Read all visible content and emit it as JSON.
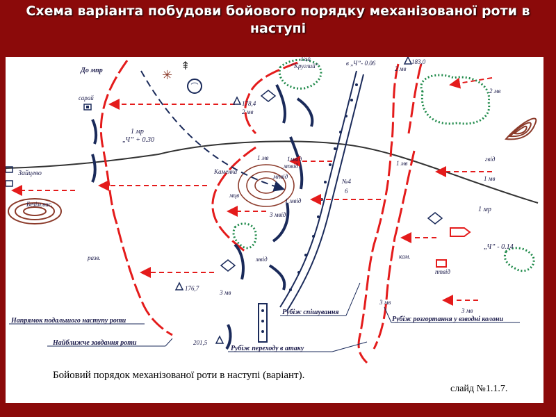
{
  "title": "Схема варіанта побудови бойового порядку механізованої роти в наступі",
  "caption": "Бойовий порядок механізованої роти в наступі (варіант).",
  "slide_number": "слайд №1.1.7.",
  "colors": {
    "background": "#8b0a0a",
    "friendly": "#e41b1b",
    "enemy": "#1a2a5a",
    "forest": "#1f8a4a",
    "terrain": "#8b3a2a"
  },
  "map": {
    "labels": {
      "to_mpr": "До мпр",
      "saray": "сарай",
      "zaytsevo": "Зайцево",
      "bezim": "Безім.вис.",
      "razv": "разв.",
      "height_1784": "178,4",
      "height_1767": "176,7",
      "height_2015": "201,5",
      "height_1830": "183,0",
      "kamenka": "Каменка",
      "grove": "Гай",
      "grove_name": "“Круглий”",
      "time_006": "в „Ч”- 0.06",
      "time_030": "„Ч” + 0.30",
      "time_014": "„Ч” - 0.14",
      "mr1_left": "1 мр",
      "mr1_right": "1 мр",
      "mv2_top": "2 мв",
      "mv2_upper_right": "2 мв",
      "mv2_far_right": "2 мв",
      "mv1_center": "1 мв",
      "mv1_right": "1 мв",
      "mv1_far_right": "1 мв",
      "mv3_lower": "3 мв",
      "mv3_right": "3 мв",
      "mv3_far_right": "3 мв",
      "mvid": "мвід",
      "mvid_upper": "1мвід",
      "mvid_center": "мпвід",
      "mvid_1": "1 мвід",
      "mvid_3": "3 мвід",
      "mvid_lower": "мпвід",
      "mtsv": "мцв",
      "ptvid": "птвід",
      "gvid": "гвід",
      "kam": "кам.",
      "no4": "№4",
      "six": "6"
    },
    "legend": {
      "direction": "Напрямок подальшого наступу роти",
      "nearest_task": "Найближче завдання роти",
      "fire_line": "Рубіж спішування",
      "attack_line": "Рубіж переходу в атаку",
      "deploy_line": "Рубіж розгортання у взводні колони"
    }
  }
}
